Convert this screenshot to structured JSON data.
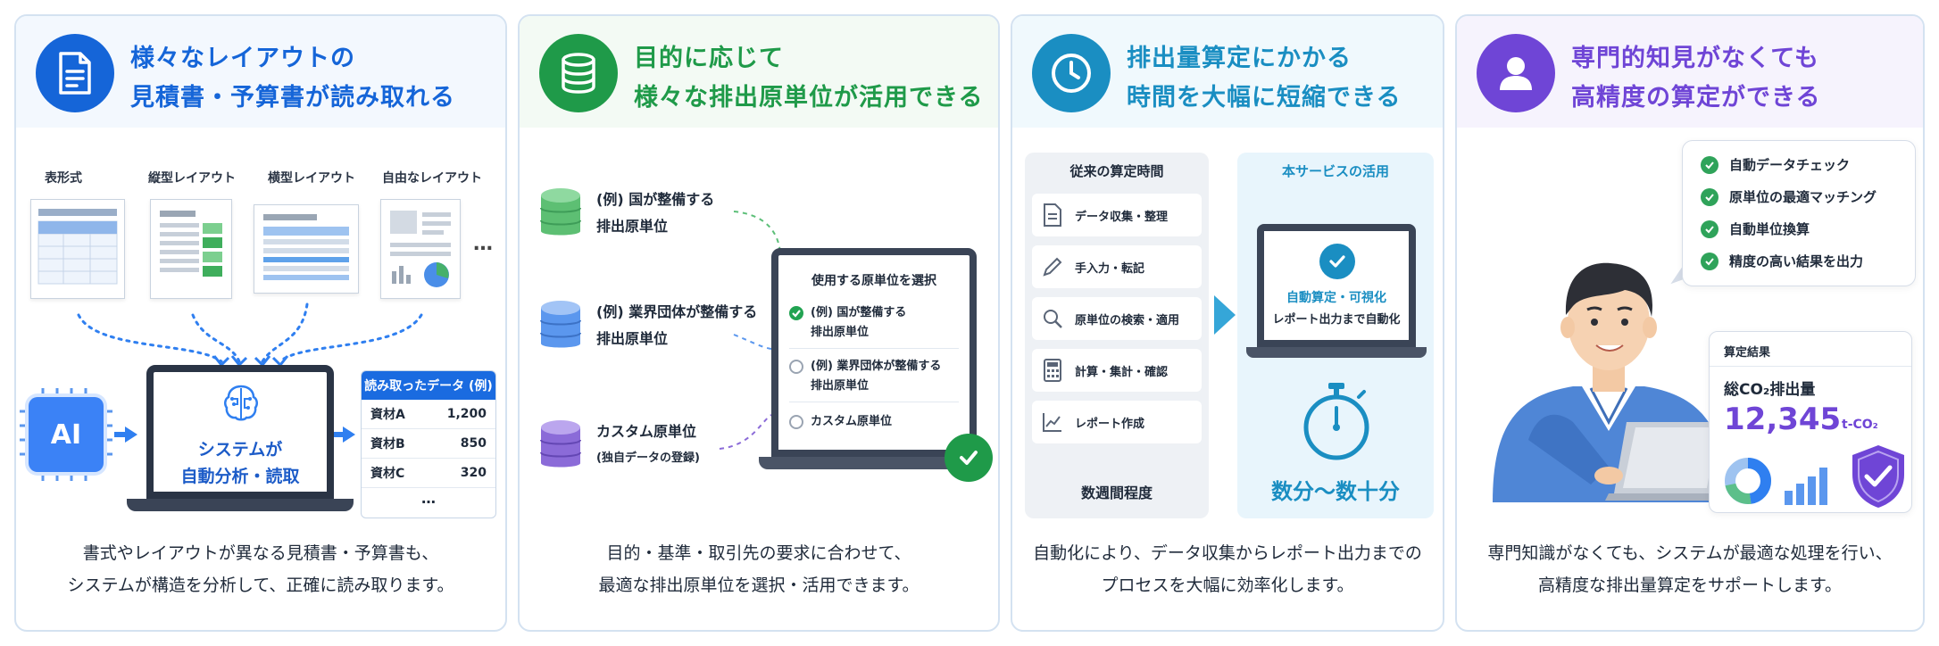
{
  "colors": {
    "blue": "#1565d8",
    "green": "#1f9a49",
    "cyan": "#1a8ec2",
    "purple": "#6f45d6"
  },
  "card1": {
    "icon": "document-icon",
    "title_line1": "様々なレイアウトの",
    "title_line2": "見積書・予算書が読み取れる",
    "layouts": [
      "表形式",
      "縦型レイアウト",
      "横型レイアウト",
      "自由なレイアウト"
    ],
    "more": "…",
    "ai_label": "AI",
    "system_line1": "システムが",
    "system_line2": "自動分析・読取",
    "table_title": "読み取ったデータ (例)",
    "rows": [
      {
        "name": "資材A",
        "value": "1,200"
      },
      {
        "name": "資材B",
        "value": "850"
      },
      {
        "name": "資材C",
        "value": "320"
      }
    ],
    "table_more": "…",
    "desc_line1": "書式やレイアウトが異なる見積書・予算書も、",
    "desc_line2": "システムが構造を分析して、正確に読み取ります。"
  },
  "card2": {
    "icon": "database-icon",
    "title_line1": "目的に応じて",
    "title_line2": "様々な排出原単位が活用できる",
    "sources": [
      {
        "line1": "(例) 国が整備する",
        "line2": "排出原単位"
      },
      {
        "line1": "(例) 業界団体が整備する",
        "line2": "排出原単位"
      },
      {
        "line1": "カスタム原単位",
        "line2": "(独自データの登録)"
      }
    ],
    "select_title": "使用する原単位を選択",
    "options": [
      {
        "line1": "(例) 国が整備する",
        "line2": "排出原単位"
      },
      {
        "line1": "(例) 業界団体が整備する",
        "line2": "排出原単位"
      },
      {
        "line1": "カスタム原単位",
        "line2": ""
      }
    ],
    "desc_line1": "目的・基準・取引先の要求に合わせて、",
    "desc_line2": "最適な排出原単位を選択・活用できます。"
  },
  "card3": {
    "icon": "clock-icon",
    "title_line1": "排出量算定にかかる",
    "title_line2": "時間を大幅に短縮できる",
    "old_title": "従来の算定時間",
    "steps": [
      "データ収集・整理",
      "手入力・転記",
      "原単位の検索・適用",
      "計算・集計・確認",
      "レポート作成"
    ],
    "old_time": "数週間程度",
    "new_title": "本サービスの活用",
    "new_line1": "自動算定・可視化",
    "new_line2": "レポート出力まで自動化",
    "new_time": "数分〜数十分",
    "desc_line1": "自動化により、データ収集からレポート出力までの",
    "desc_line2": "プロセスを大幅に効率化します。"
  },
  "card4": {
    "icon": "user-icon",
    "title_line1": "専門的知見がなくても",
    "title_line2": "高精度の算定ができる",
    "features": [
      "自動データチェック",
      "原単位の最適マッチング",
      "自動単位換算",
      "精度の高い結果を出力"
    ],
    "result_title": "算定結果",
    "result_label": "総CO₂排出量",
    "result_value": "12,345",
    "result_unit": "t-CO₂",
    "desc_line1": "専門知識がなくても、システムが最適な処理を行い、",
    "desc_line2": "高精度な排出量算定をサポートします。"
  }
}
